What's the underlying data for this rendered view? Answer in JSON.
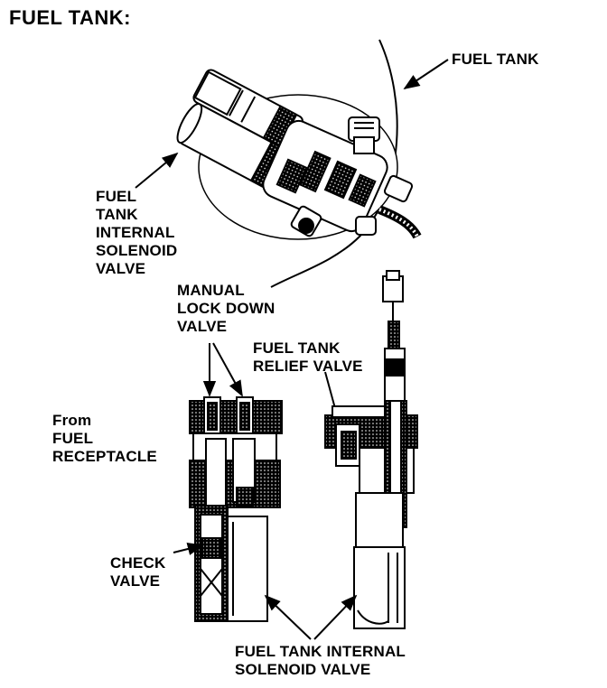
{
  "title": "FUEL TANK:",
  "labels": {
    "fuel_tank": "FUEL TANK",
    "internal_solenoid_top": [
      "FUEL",
      "TANK",
      "INTERNAL",
      "SOLENOID",
      "VALVE"
    ],
    "manual_lock_down": [
      "MANUAL",
      "LOCK DOWN",
      "VALVE"
    ],
    "relief_valve": [
      "FUEL TANK",
      "RELIEF VALVE"
    ],
    "from_receptacle": [
      "From",
      "FUEL",
      "RECEPTACLE"
    ],
    "check_valve": [
      "CHECK",
      "VALVE"
    ],
    "internal_solenoid_bottom": [
      "FUEL TANK INTERNAL",
      "SOLENOID VALVE"
    ]
  }
}
